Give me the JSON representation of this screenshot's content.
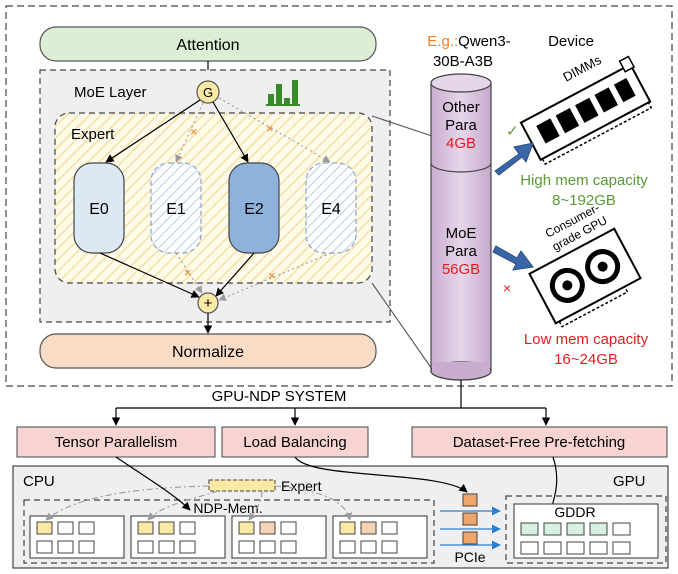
{
  "attention_label": "Attention",
  "normalize_label": "Normalize",
  "moe_layer_label": "MoE Layer",
  "gate_label": "G",
  "expert_group_label": "Expert",
  "experts": [
    "E0",
    "E1",
    "E2",
    "E4"
  ],
  "sum_symbol": "+",
  "cross_mark": "×",
  "check_mark": "✓",
  "example": {
    "prefix": "E.g.:",
    "model_line1": "Qwen3-",
    "model_line2": "30B-A3B"
  },
  "other_para": {
    "line1": "Other",
    "line2": "Para",
    "size": "4GB"
  },
  "moe_para": {
    "line1": "MoE",
    "line2": "Para",
    "size": "56GB"
  },
  "device_label": "Device",
  "dimms_label": "DIMMs",
  "gpu_label_line1": "Consumer-",
  "gpu_label_line2": "grade GPU",
  "high_cap": {
    "line1": "High mem capacity",
    "line2": "8~192GB"
  },
  "low_cap": {
    "line1": "Low mem capacity",
    "line2": "16~24GB"
  },
  "system_label": "GPU-NDP SYSTEM",
  "techniques": [
    "Tensor Parallelism",
    "Load Balancing",
    "Dataset-Free Pre-fetching"
  ],
  "cpu_label": "CPU",
  "gpu_box_label": "GPU",
  "expert_legend": "Expert",
  "ndp_mem_label": "NDP-Mem.",
  "gddr_label": "GDDR",
  "pcie_label": "PCIe",
  "colors": {
    "attention_fill": "#dcefd4",
    "normalize_fill": "#f8dcc6",
    "gate_fill": "#fde9a6",
    "expert_light": "#dde8f5",
    "expert_dark": "#8fb2dc",
    "cylinder": "#dcc8e0",
    "technique_fill": "#f7d4d1",
    "accent_red": "#e02020",
    "accent_green": "#5a9a32",
    "accent_orange": "#e8822a",
    "arrow_blue": "#3a66a6"
  }
}
